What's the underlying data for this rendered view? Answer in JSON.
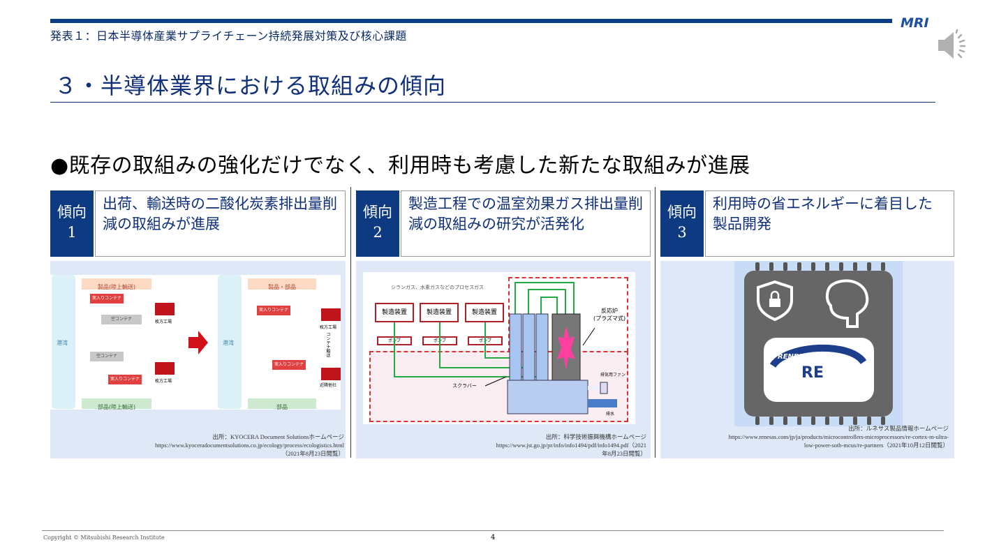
{
  "header": {
    "subtitle": "発表１：日本半導体産業サプライチェーン持続発展対策及び核心課題",
    "logo": "MRI",
    "audio_icon": "speaker-icon"
  },
  "slide": {
    "title": "３・半導体業界における取組みの傾向",
    "bullet": "●既存の取組みの強化だけでなく、利用時も考慮した新たな取組みが進展"
  },
  "trends": [
    {
      "tag_line1": "傾向",
      "tag_line2": "1",
      "heading": "出荷、輸送時の二酸化炭素排出量削減の取組みが進展",
      "diagram": {
        "port": "港湾",
        "products": "製品",
        "land": "(陸上輸送)",
        "products_parts": "製品・部品",
        "parts": "部品",
        "full": "実入りコンテナ",
        "empty": "空コンテナ",
        "factory": "枚方工場",
        "container_transport": "コンテナ輸送",
        "nearby": "近隣他社"
      },
      "source": [
        "出所：KYOCERA Document Solutionsホームページ",
        "https://www.kyoceradocumentsolutions.co.jp/ecology/process/ecologistics.html",
        "（2021年8月23日閲覧）"
      ]
    },
    {
      "tag_line1": "傾向",
      "tag_line2": "2",
      "heading": "製造工程での温室効果ガス排出量削減の取組みの研究が活発化",
      "diagram": {
        "gas": "シランガス、水素ガスなどのプロセスガス",
        "equipment": "製造装置",
        "pump": "ポンプ",
        "reactor": "反応炉\n(プラズマ式)",
        "fan": "排気用ファン",
        "scrubber": "スクラバー",
        "drain": "排水"
      },
      "source": [
        "出所：科学技術振興機構ホームページ",
        "https://www.jst.go.jp/pr/info/info1494/pdf/info1494.pdf（2021",
        "年8月23日閲覧）"
      ]
    },
    {
      "tag_line1": "傾向",
      "tag_line2": "3",
      "heading": "利用時の省エネルギーに着目した製品開発",
      "diagram": {
        "brand": "RENESAS",
        "chip": "RE"
      },
      "source": [
        "出所：ルネサス製品情報ホームページ",
        "https://www.renesas.com/jp/ja/products/microcontrollers-microprocessors/re-cortex-m-ultra-",
        "low-power-sotb-mcus/re-partners（2021年10月12日閲覧）"
      ]
    }
  ],
  "footer": {
    "copyright": "Copyright © Mitsubishi Research Institute",
    "page": "4"
  }
}
